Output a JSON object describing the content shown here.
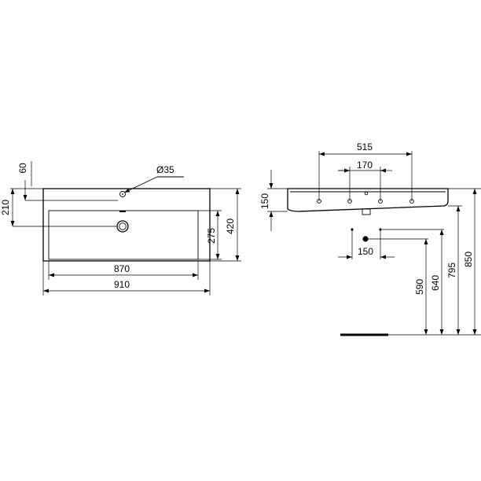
{
  "colors": {
    "ink": "#000000",
    "paper": "#ffffff"
  },
  "top_view": {
    "dim_60": "60",
    "dim_210": "210",
    "dim_hole": "Ø35",
    "dim_275": "275",
    "dim_420": "420",
    "dim_870": "870",
    "dim_910": "910"
  },
  "side_view": {
    "dim_150_rim": "150",
    "dim_515": "515",
    "dim_170": "170",
    "dim_150_pipes": "150",
    "dim_590": "590",
    "dim_640": "640",
    "dim_795": "795",
    "dim_850": "850"
  }
}
